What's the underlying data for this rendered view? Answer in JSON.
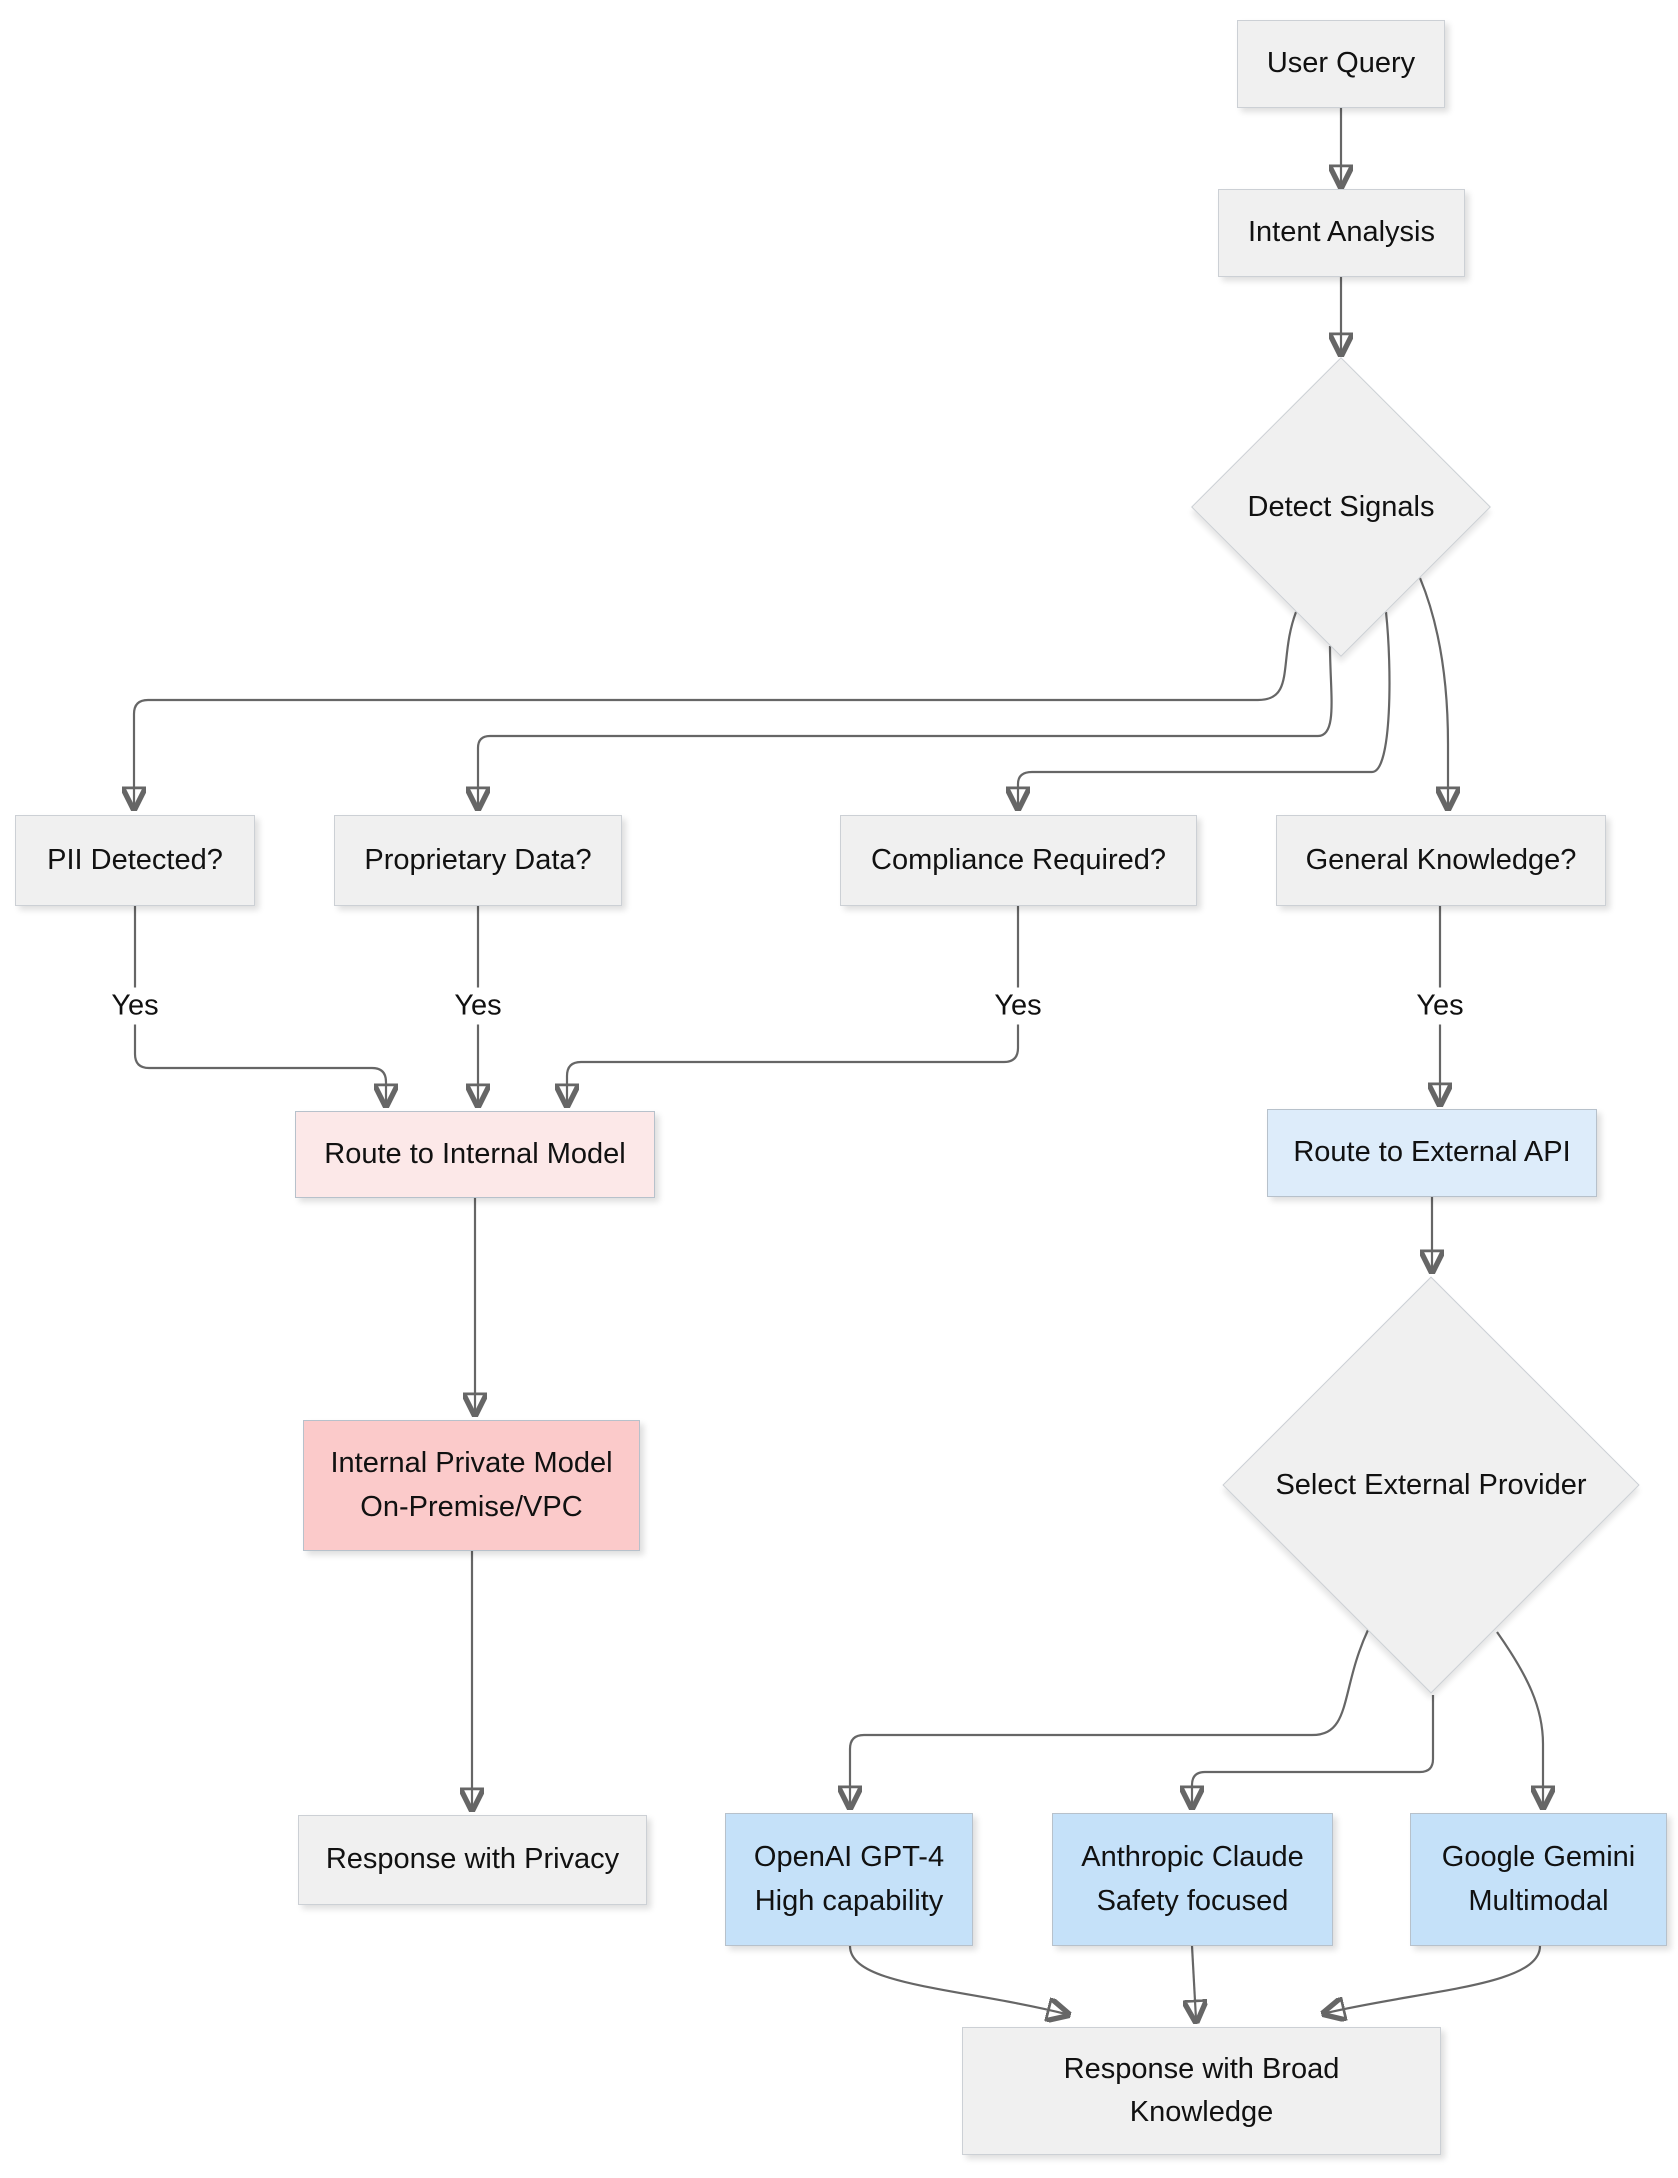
{
  "diagram": {
    "nodes": {
      "user_query": {
        "label": "User Query"
      },
      "intent_analysis": {
        "label": "Intent Analysis"
      },
      "detect_signals": {
        "label": "Detect Signals"
      },
      "pii_detected": {
        "label": "PII Detected?"
      },
      "proprietary_data": {
        "label": "Proprietary Data?"
      },
      "compliance_required": {
        "label": "Compliance Required?"
      },
      "general_knowledge": {
        "label": "General Knowledge?"
      },
      "route_internal": {
        "label": "Route to Internal Model"
      },
      "route_external": {
        "label": "Route to External API"
      },
      "internal_private_model": {
        "line1": "Internal Private Model",
        "line2": "On-Premise/VPC"
      },
      "select_provider": {
        "label": "Select External Provider"
      },
      "openai": {
        "line1": "OpenAI GPT-4",
        "line2": "High capability"
      },
      "anthropic": {
        "line1": "Anthropic Claude",
        "line2": "Safety focused"
      },
      "google": {
        "line1": "Google Gemini",
        "line2": "Multimodal"
      },
      "response_privacy": {
        "label": "Response with Privacy"
      },
      "response_broad": {
        "line1": "Response with Broad",
        "line2": "Knowledge"
      }
    },
    "yes_labels": [
      "Yes",
      "Yes",
      "Yes",
      "Yes"
    ],
    "colors": {
      "node_fill": "#f0f0f0",
      "node_border": "#ccd0d5",
      "pink_light": "#fce8e8",
      "pink": "#fbcaca",
      "blue_light": "#ddecfa",
      "blue": "#c5e1f9",
      "colored_border": "#b7c1cb",
      "edge": "#666666",
      "text": "#111111",
      "background": "#ffffff"
    }
  }
}
